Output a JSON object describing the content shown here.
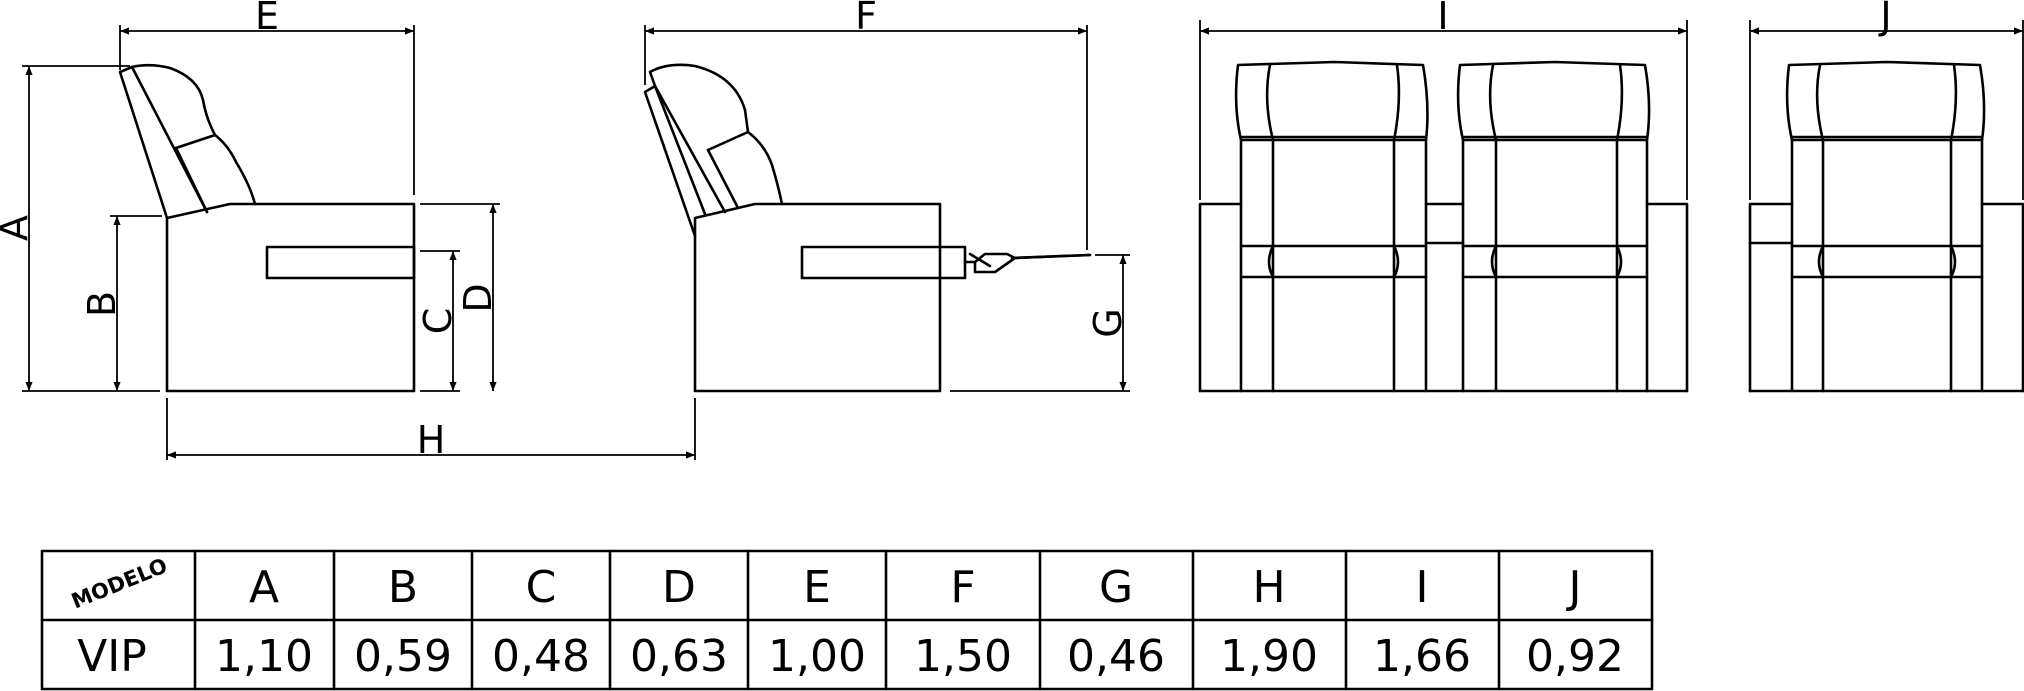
{
  "dimension_labels": {
    "A": "A",
    "B": "B",
    "C": "C",
    "D": "D",
    "E": "E",
    "F": "F",
    "G": "G",
    "H": "H",
    "I": "I",
    "J": "J"
  },
  "table": {
    "corner_label": "MODELO",
    "headers": [
      "A",
      "B",
      "C",
      "D",
      "E",
      "F",
      "G",
      "H",
      "I",
      "J"
    ],
    "rows": [
      {
        "model": "VIP",
        "values": [
          "1,10",
          "0,59",
          "0,48",
          "0,63",
          "1,00",
          "1,50",
          "0,46",
          "1,90",
          "1,66",
          "0,92"
        ]
      }
    ]
  }
}
